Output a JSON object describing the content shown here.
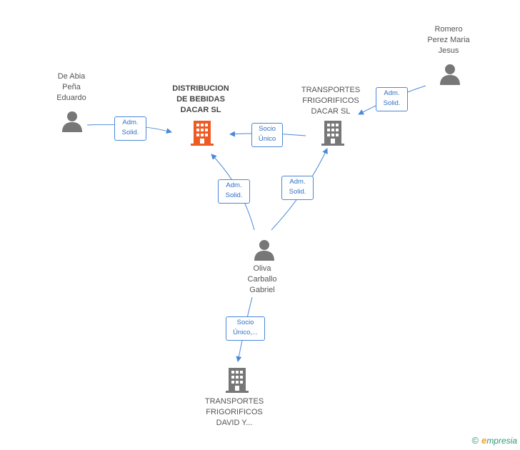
{
  "nodes": {
    "de_abia": {
      "type": "person",
      "lines": [
        "De Abia",
        "Peña",
        "Eduardo"
      ]
    },
    "distribucion": {
      "type": "company-main",
      "lines": [
        "DISTRIBUCION",
        "DE BEBIDAS",
        "DACAR SL"
      ]
    },
    "transportes_dacar": {
      "type": "company",
      "lines": [
        "TRANSPORTES",
        "FRIGORIFICOS",
        "DACAR SL"
      ]
    },
    "romero": {
      "type": "person",
      "lines": [
        "Romero",
        "Perez Maria",
        "Jesus"
      ]
    },
    "oliva": {
      "type": "person",
      "lines": [
        "Oliva",
        "Carballo",
        "Gabriel"
      ]
    },
    "transportes_david": {
      "type": "company",
      "lines": [
        "TRANSPORTES",
        "FRIGORIFICOS",
        "DAVID Y..."
      ]
    }
  },
  "edges": [
    {
      "from": "de_abia",
      "to": "distribucion",
      "label": [
        "Adm.",
        "Solid."
      ]
    },
    {
      "from": "transportes_dacar",
      "to": "distribucion",
      "label": [
        "Socio",
        "Único"
      ]
    },
    {
      "from": "romero",
      "to": "transportes_dacar",
      "label": [
        "Adm.",
        "Solid."
      ]
    },
    {
      "from": "oliva",
      "to": "distribucion",
      "label": [
        "Adm.",
        "Solid."
      ]
    },
    {
      "from": "oliva",
      "to": "transportes_dacar",
      "label": [
        "Adm.",
        "Solid."
      ]
    },
    {
      "from": "oliva",
      "to": "transportes_david",
      "label": [
        "Socio",
        "Único,..."
      ]
    }
  ],
  "colors": {
    "edge": "#4a88d8",
    "person_icon": "#777777",
    "company_icon": "#777777",
    "main_company_icon": "#ee5a24"
  },
  "icons": {
    "person": "person-icon",
    "company": "building-icon"
  },
  "brand": {
    "copyright": "©",
    "initial": "e",
    "rest": "mpresia"
  }
}
